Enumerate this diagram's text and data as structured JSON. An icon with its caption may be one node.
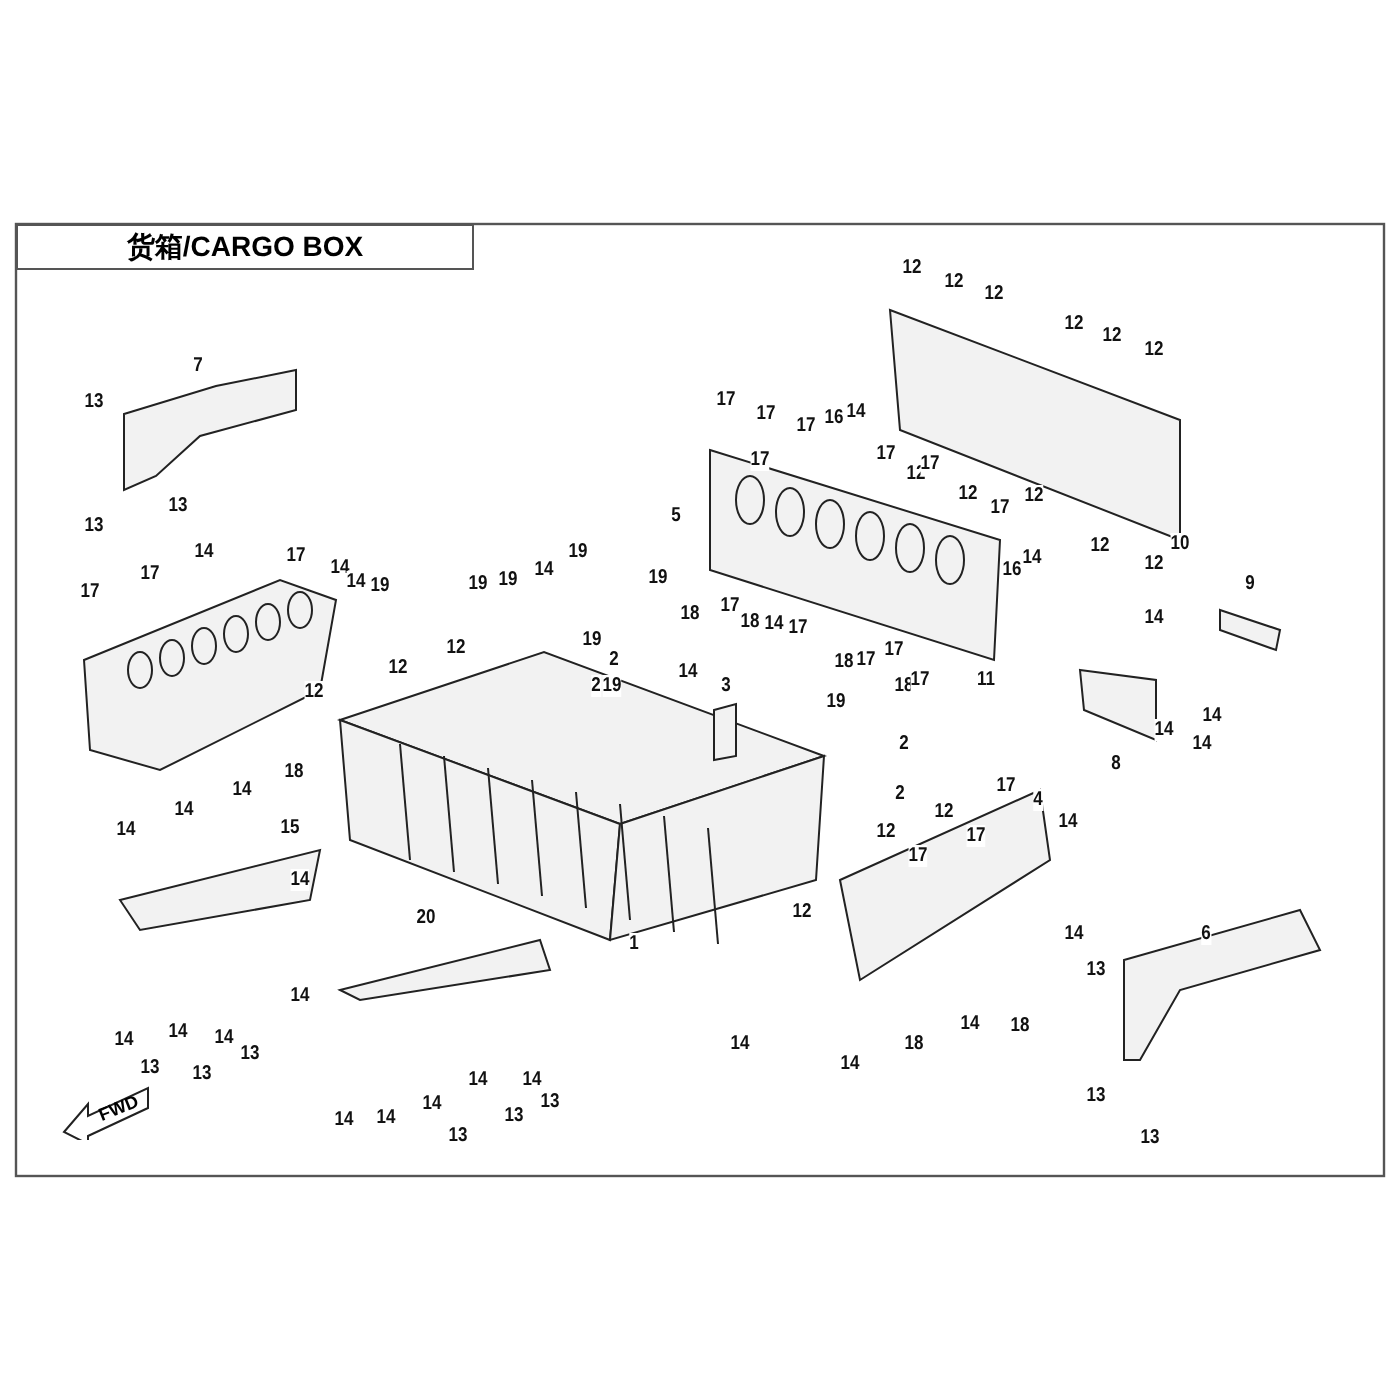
{
  "diagram": {
    "nodes": [
      {
        "text": [
          "货箱/CARGO BOX"
        ]
      },
      {
        "text": [
          "FWD"
        ]
      }
    ],
    "edges": [],
    "labels": [
      "12",
      "12",
      "12",
      "12",
      "12",
      "12",
      "7",
      "13",
      "17",
      "17",
      "17",
      "16",
      "14",
      "17",
      "12",
      "17",
      "17",
      "12",
      "17",
      "13",
      "5",
      "17",
      "14",
      "17",
      "14",
      "19",
      "19",
      "19",
      "14",
      "19",
      "12",
      "16",
      "14",
      "19",
      "17",
      "18",
      "12",
      "10",
      "13",
      "14",
      "17",
      "18",
      "14",
      "9",
      "17",
      "12",
      "19",
      "12",
      "12",
      "2",
      "19",
      "18",
      "17",
      "2",
      "18",
      "17",
      "14",
      "18",
      "17",
      "14",
      "14",
      "11",
      "14",
      "14",
      "18",
      "3",
      "14",
      "14",
      "19",
      "14",
      "8",
      "12",
      "2",
      "2",
      "12",
      "12",
      "17",
      "4",
      "17",
      "14",
      "17",
      "15",
      "12",
      "20",
      "14",
      "6",
      "1",
      "14",
      "13",
      "14",
      "18",
      "14",
      "14",
      "14",
      "14",
      "13",
      "14",
      "13",
      "14",
      "14",
      "14",
      "13",
      "13",
      "13",
      "14",
      "14",
      "14",
      "13",
      "13",
      "13"
    ]
  }
}
